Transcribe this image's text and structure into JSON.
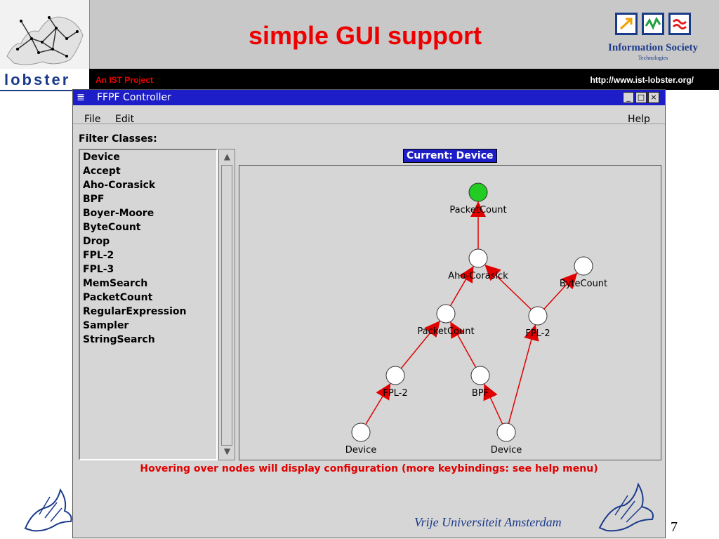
{
  "slide": {
    "title": "simple GUI support",
    "subtitle_left": "An IST Project",
    "url": "http://www.ist-lobster.org/",
    "logo_text": "lobster",
    "ist_logo_line1": "Information Society",
    "ist_logo_line2": "Technologies",
    "footer_text": "Vrije Universiteit Amsterdam",
    "page_number": "7"
  },
  "window": {
    "title": "FFPF Controller",
    "menu": {
      "file": "File",
      "edit": "Edit",
      "help": "Help"
    },
    "buttons": {
      "minimize": "_",
      "maximize": "□",
      "close": "×"
    },
    "filter_label": "Filter Classes:",
    "filter_classes": [
      "Device",
      "Accept",
      "Aho-Corasick",
      "BPF",
      "Boyer-Moore",
      "ByteCount",
      "Drop",
      "FPL-2",
      "FPL-3",
      "MemSearch",
      "PacketCount",
      "RegularExpression",
      "Sampler",
      "StringSearch"
    ],
    "current_label": "Current: Device",
    "status_text": "Hovering over nodes will display configuration (more keybindings: see help menu)"
  },
  "graph": {
    "node_color": "#ffffff",
    "selected_node_color": "#22cc22",
    "edge_color": "#e00000",
    "nodes": [
      {
        "id": "n1",
        "label": "PacketCount",
        "selected": true
      },
      {
        "id": "n2",
        "label": "Aho-Corasick"
      },
      {
        "id": "n3",
        "label": "ByteCount"
      },
      {
        "id": "n4",
        "label": "PacketCount"
      },
      {
        "id": "n5",
        "label": "FPL-2"
      },
      {
        "id": "n6",
        "label": "FPL-2"
      },
      {
        "id": "n7",
        "label": "BPF"
      },
      {
        "id": "n8",
        "label": "Device"
      },
      {
        "id": "n9",
        "label": "Device"
      }
    ],
    "edges": [
      {
        "from": "n2",
        "to": "n1"
      },
      {
        "from": "n4",
        "to": "n2"
      },
      {
        "from": "n5",
        "to": "n2"
      },
      {
        "from": "n5",
        "to": "n3"
      },
      {
        "from": "n6",
        "to": "n4"
      },
      {
        "from": "n7",
        "to": "n4"
      },
      {
        "from": "n8",
        "to": "n6"
      },
      {
        "from": "n9",
        "to": "n7"
      },
      {
        "from": "n9",
        "to": "n5"
      }
    ]
  }
}
